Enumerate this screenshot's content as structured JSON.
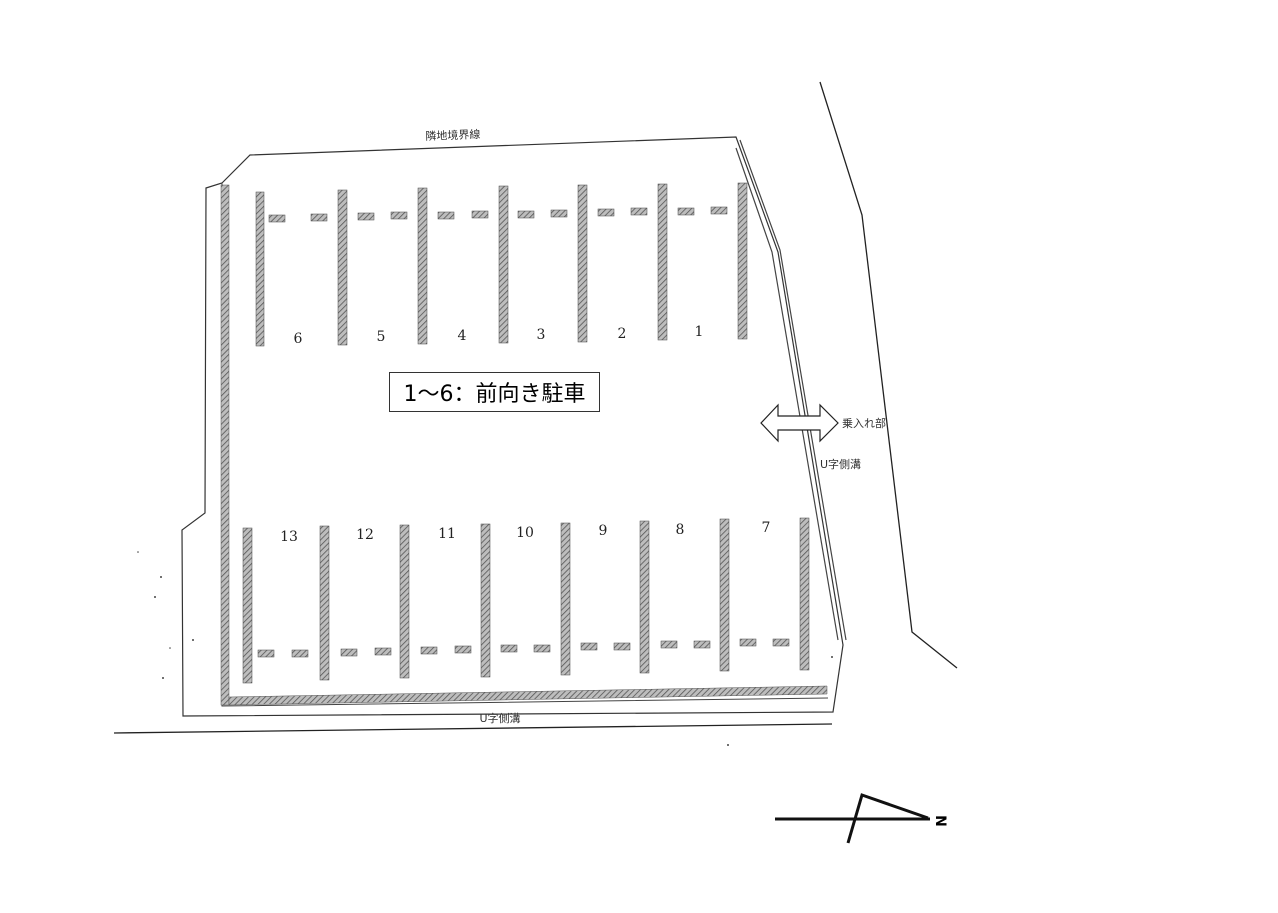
{
  "legend": "1～6：前向き駐車",
  "labels": {
    "boundary": "隣地境界線",
    "entrance": "乗入れ部",
    "gutter_right": "U字側溝",
    "gutter_bottom": "U字側溝",
    "north": "N"
  },
  "stalls_top": [
    "6",
    "5",
    "4",
    "3",
    "2",
    "1"
  ],
  "stalls_bottom": [
    "13",
    "12",
    "11",
    "10",
    "9",
    "8",
    "7"
  ]
}
